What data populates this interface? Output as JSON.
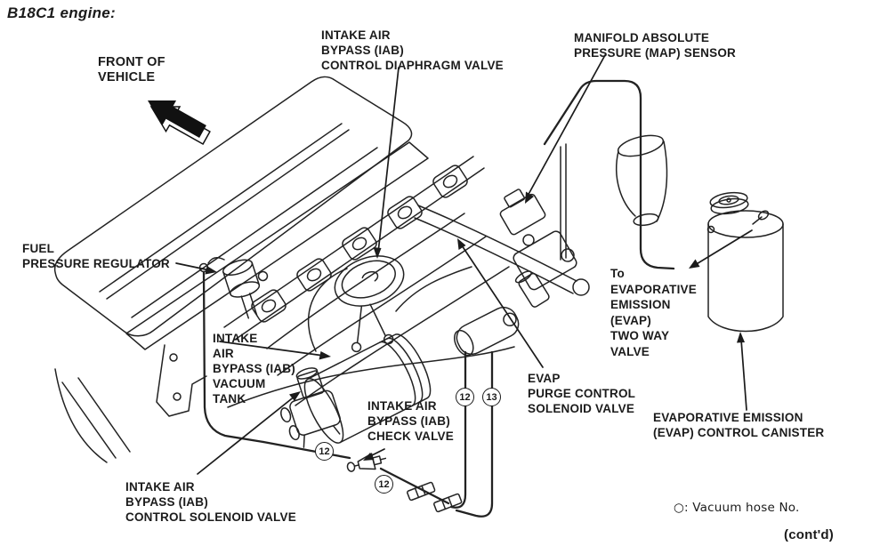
{
  "title": "B18C1 engine:",
  "front_label": "FRONT OF\nVEHICLE",
  "labels": {
    "iab_diaphragm": "INTAKE AIR\nBYPASS (IAB)\nCONTROL DIAPHRAGM VALVE",
    "map_sensor": "MANIFOLD ABSOLUTE\nPRESSURE (MAP) SENSOR",
    "fuel_pressure_regulator": "FUEL\nPRESSURE REGULATOR",
    "iab_vacuum_tank": "INTAKE\nAIR\nBYPASS (IAB)\nVACUUM\nTANK",
    "iab_check_valve": "INTAKE AIR\nBYPASS (IAB)\nCHECK VALVE",
    "iab_control_solenoid": "INTAKE AIR\nBYPASS (IAB)\nCONTROL SOLENOID VALVE",
    "evap_purge_solenoid": "EVAP\nPURGE CONTROL\nSOLENOID VALVE",
    "to_evap_two_way": "To\nEVAPORATIVE\nEMISSION\n(EVAP)\nTWO WAY\nVALVE",
    "evap_canister": "EVAPORATIVE EMISSION\n(EVAP) CONTROL CANISTER"
  },
  "hose_numbers": [
    "12",
    "13",
    "12",
    "12"
  ],
  "legend": "○: Vacuum hose No.",
  "contd": "(cont'd)",
  "colors": {
    "ink": "#1b1b1b",
    "paper": "#ffffff"
  }
}
